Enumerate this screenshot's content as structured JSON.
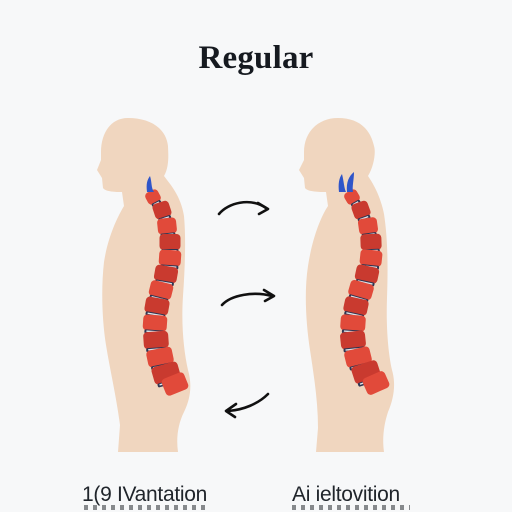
{
  "title": "Regular",
  "captions": {
    "left": "1(9 IVantation",
    "right": "Ai ieltovition"
  },
  "figures": [
    {
      "name": "left-figure",
      "vertebrae": 13,
      "posture": "regular curve"
    },
    {
      "name": "right-figure",
      "vertebrae": 13,
      "posture": "rounded curve"
    }
  ],
  "arrows": [
    {
      "name": "arrow-top",
      "direction": "right"
    },
    {
      "name": "arrow-middle",
      "direction": "right"
    },
    {
      "name": "arrow-bottom",
      "direction": "left"
    }
  ],
  "colors": {
    "background": "#f7f8f9",
    "skin": "#f0d6bf",
    "vertebra": "#e14a3a",
    "vertebra_dark": "#c93a2f",
    "disc": "#2f3552",
    "nerve": "#2f55c9",
    "text": "#161a20"
  }
}
